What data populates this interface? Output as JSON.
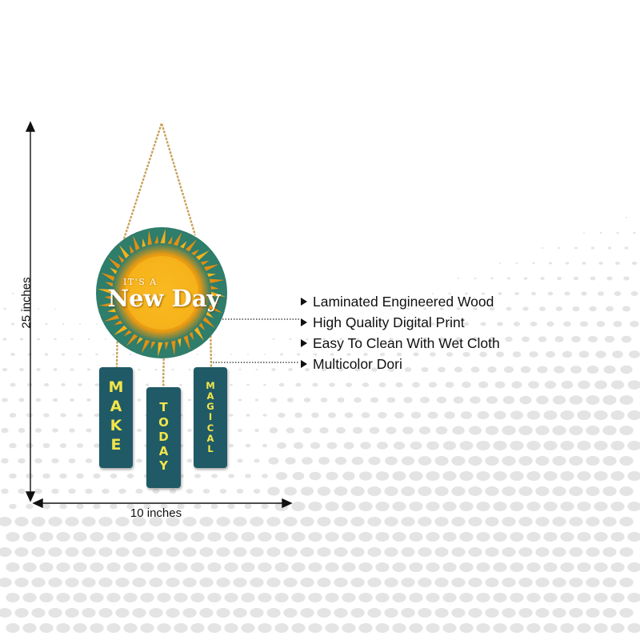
{
  "product": {
    "sign_line1": "IT'S A",
    "sign_line2": "New Day",
    "plaques": [
      "MAKE",
      "TODAY",
      "MAGICAL"
    ]
  },
  "dimensions": {
    "height_label": "25 inches",
    "width_label": "10 inches"
  },
  "features": [
    "Laminated Engineered Wood",
    "High Quality Digital Print",
    "Easy To Clean With Wet Cloth",
    "Multicolor Dori"
  ],
  "colors": {
    "plaque": "#1f5a66",
    "plaque_text": "#f2e54a",
    "sun_center": "#f6b21a",
    "sun_rays": "#2f7d6b"
  }
}
